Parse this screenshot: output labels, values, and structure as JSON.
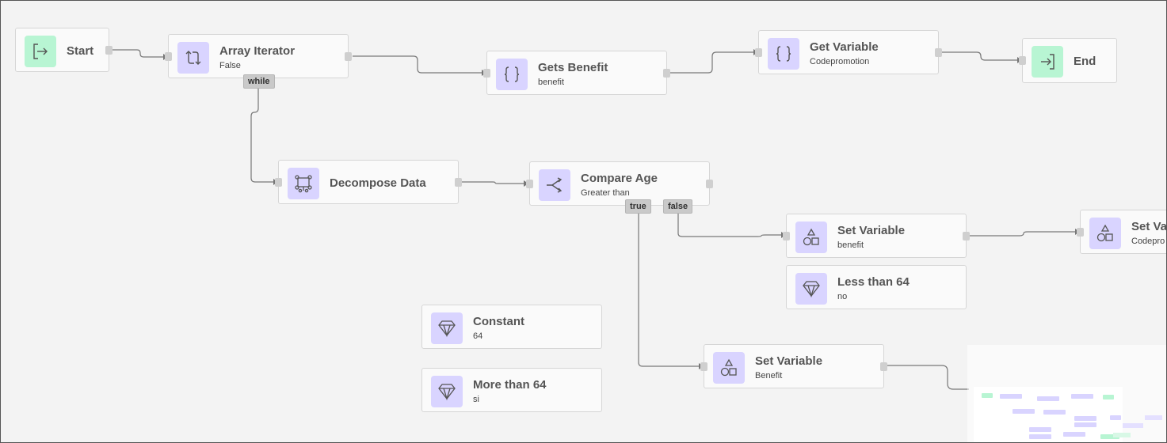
{
  "nodes": {
    "start": {
      "title": "Start",
      "icon": "enter-icon"
    },
    "array_iterator": {
      "title": "Array Iterator",
      "subtitle": "False",
      "icon": "loop-arrows-icon"
    },
    "gets_benefit": {
      "title": "Gets Benefit",
      "subtitle": "benefit",
      "icon": "curly-braces-icon"
    },
    "get_variable": {
      "title": "Get Variable",
      "subtitle": "Codepromotion",
      "icon": "curly-braces-icon"
    },
    "end": {
      "title": "End",
      "icon": "exit-icon"
    },
    "decompose_data": {
      "title": "Decompose Data",
      "icon": "decompose-icon"
    },
    "compare_age": {
      "title": "Compare Age",
      "subtitle": "Greater than",
      "icon": "branch-icon"
    },
    "set_variable_benefit": {
      "title": "Set Variable",
      "subtitle": "benefit",
      "icon": "shapes-icon"
    },
    "set_variable_codepromotion": {
      "title": "Set Va",
      "subtitle": "Codepro",
      "icon": "shapes-icon"
    },
    "less_than_64": {
      "title": "Less than 64",
      "subtitle": "no",
      "icon": "diamond-icon"
    },
    "constant": {
      "title": "Constant",
      "subtitle": "64",
      "icon": "diamond-icon"
    },
    "more_than_64": {
      "title": "More than 64",
      "subtitle": "si",
      "icon": "diamond-icon"
    },
    "set_variable_benefit2": {
      "title": "Set Variable",
      "subtitle": "Benefit",
      "icon": "shapes-icon"
    }
  },
  "tags": {
    "while": "while",
    "true": "true",
    "false": "false"
  },
  "colors": {
    "canvas": "#f3f3f3",
    "node_icon_bg": "#d9d4ff",
    "terminal_icon_bg": "#b8f5d3",
    "wire": "#777777",
    "port": "#cfcfcf"
  }
}
